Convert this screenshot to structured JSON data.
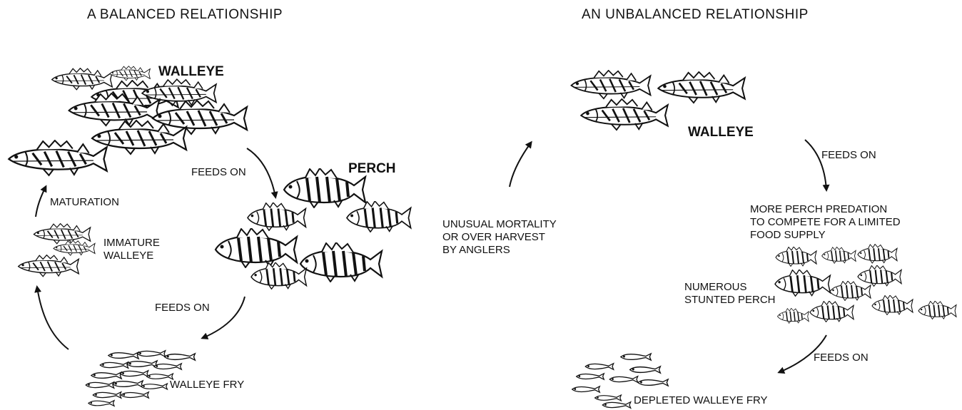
{
  "balanced": {
    "title": "A BALANCED RELATIONSHIP",
    "walleye": "WALLEYE",
    "perch": "PERCH",
    "feeds_on_1": "FEEDS ON",
    "feeds_on_2": "FEEDS ON",
    "maturation": "MATURATION",
    "immature_walleye": [
      "IMMATURE",
      "WALLEYE"
    ],
    "walleye_fry": "WALLEYE FRY"
  },
  "unbalanced": {
    "title": "AN UNBALANCED RELATIONSHIP",
    "walleye": "WALLEYE",
    "feeds_on_1": "FEEDS ON",
    "feeds_on_2": "FEEDS ON",
    "mortality": [
      "UNUSUAL MORTALITY",
      "OR OVER HARVEST",
      "BY ANGLERS"
    ],
    "predation": [
      "MORE PERCH PREDATION",
      "TO COMPETE FOR A LIMITED",
      "FOOD SUPPLY"
    ],
    "stunted_perch": [
      "NUMEROUS",
      "STUNTED PERCH"
    ],
    "depleted_fry": "DEPLETED WALLEYE FRY"
  },
  "colors": {
    "ink": "#111111",
    "background": "#ffffff"
  },
  "icons": [
    "walleye-fish-icon",
    "perch-fish-icon",
    "fry-fish-icon",
    "cycle-arrow-icon"
  ]
}
